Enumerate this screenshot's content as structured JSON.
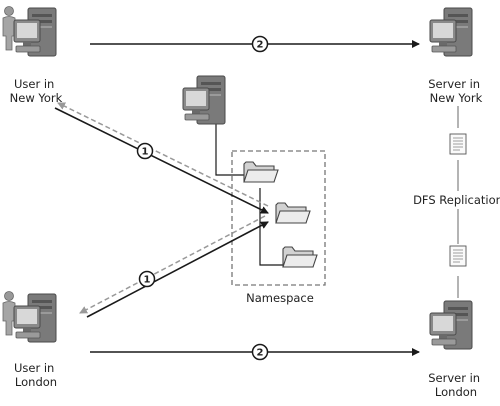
{
  "labels": {
    "user_ny": [
      "User in",
      "New York"
    ],
    "server_ny": [
      "Server in",
      "New York"
    ],
    "user_london": [
      "User in",
      "London"
    ],
    "server_london": [
      "Server in",
      "London"
    ],
    "namespace": "Namespace",
    "replication": "DFS Replication"
  },
  "steps": {
    "one": "1",
    "two": "2"
  },
  "colors": {
    "line": "#1a1a1a",
    "dashed": "#9a9a9a",
    "replication_line": "#8c8c8c",
    "namespace_box": "#777777",
    "folder": "#d4d4d4",
    "computer": "#6a6a6a"
  }
}
